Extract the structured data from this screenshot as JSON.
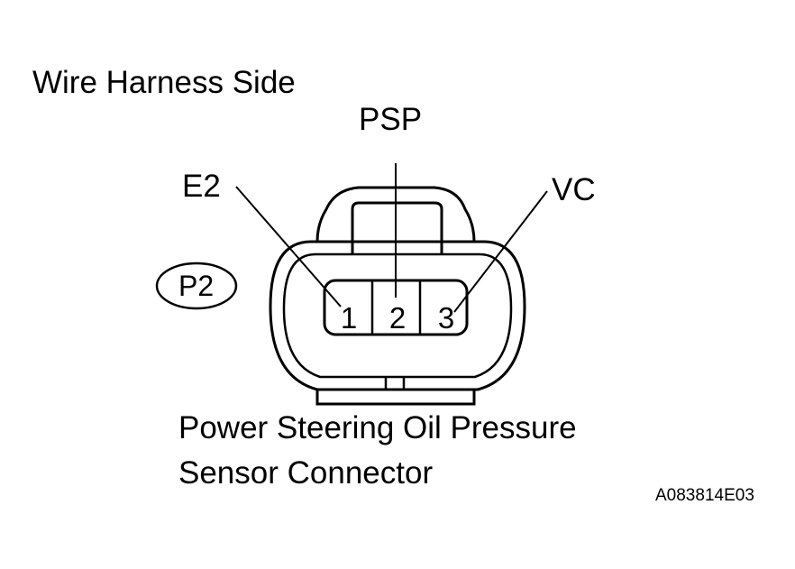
{
  "title": "Wire Harness Side",
  "connector_code": "P2",
  "pins": [
    {
      "number": "1",
      "label": "E2"
    },
    {
      "number": "2",
      "label": "PSP"
    },
    {
      "number": "3",
      "label": "VC"
    }
  ],
  "caption": {
    "line1": "Power Steering Oil Pressure",
    "line2": "Sensor Connector"
  },
  "figure_code": "A083814E03"
}
